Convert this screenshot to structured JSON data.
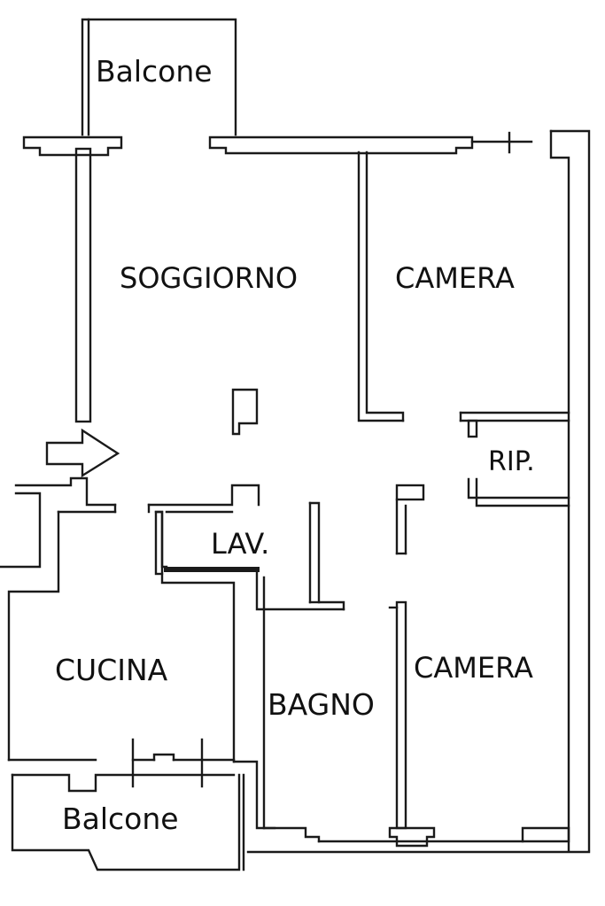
{
  "rooms": {
    "balcone_top": "Balcone",
    "soggiorno": "SOGGIORNO",
    "camera_top": "CAMERA",
    "rip": "RIP.",
    "lav": "LAV.",
    "cucina": "CUCINA",
    "camera_bottom": "CAMERA",
    "bagno": "BAGNO",
    "balcone_bottom": "Balcone"
  },
  "colors": {
    "wall": "#1a1a1a",
    "background": "#ffffff"
  },
  "icons": {
    "entrance": "arrow-right-icon"
  }
}
